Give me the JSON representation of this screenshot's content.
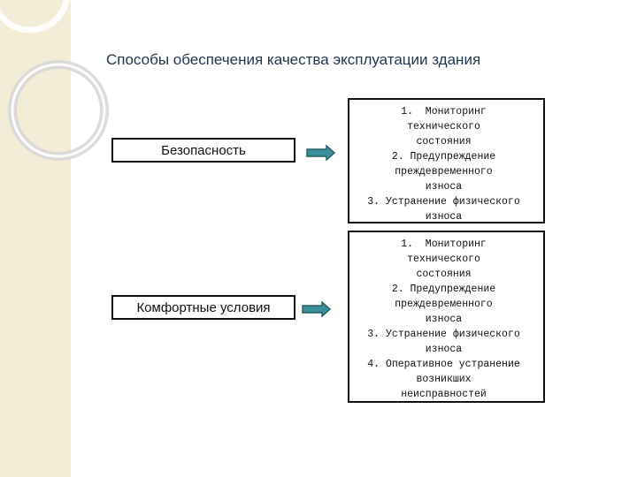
{
  "title": "Способы обеспечения качества эксплуатации здания",
  "rows": [
    {
      "label": "Безопасность",
      "items": [
        "1.  Мониторинг\nтехнического\nсостояния",
        "2. Предупреждение\nпреждевременного\nизноса",
        "3. Устранение физического\nизноса"
      ]
    },
    {
      "label": "Комфортные условия",
      "items": [
        "1.  Мониторинг\nтехнического\nсостояния",
        "2. Предупреждение\nпреждевременного\nизноса",
        "3. Устранение физического\nизноса",
        "4. Оперативное устранение\nвозникших\nнеисправностей"
      ]
    }
  ],
  "colors": {
    "sidebar": "#f3ecd6",
    "arrow_fill": "#3a8f99",
    "arrow_stroke": "#2b5f66",
    "title": "#1f3650"
  }
}
